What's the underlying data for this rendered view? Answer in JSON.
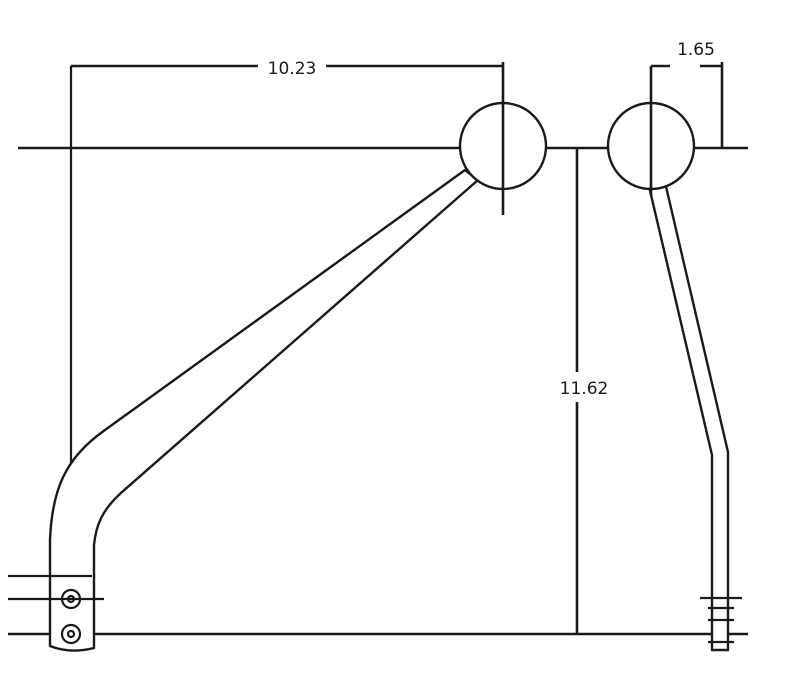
{
  "dimensions": {
    "horizontal_offset": "10.23",
    "vertical_height": "11.62",
    "side_offset": "1.65"
  }
}
